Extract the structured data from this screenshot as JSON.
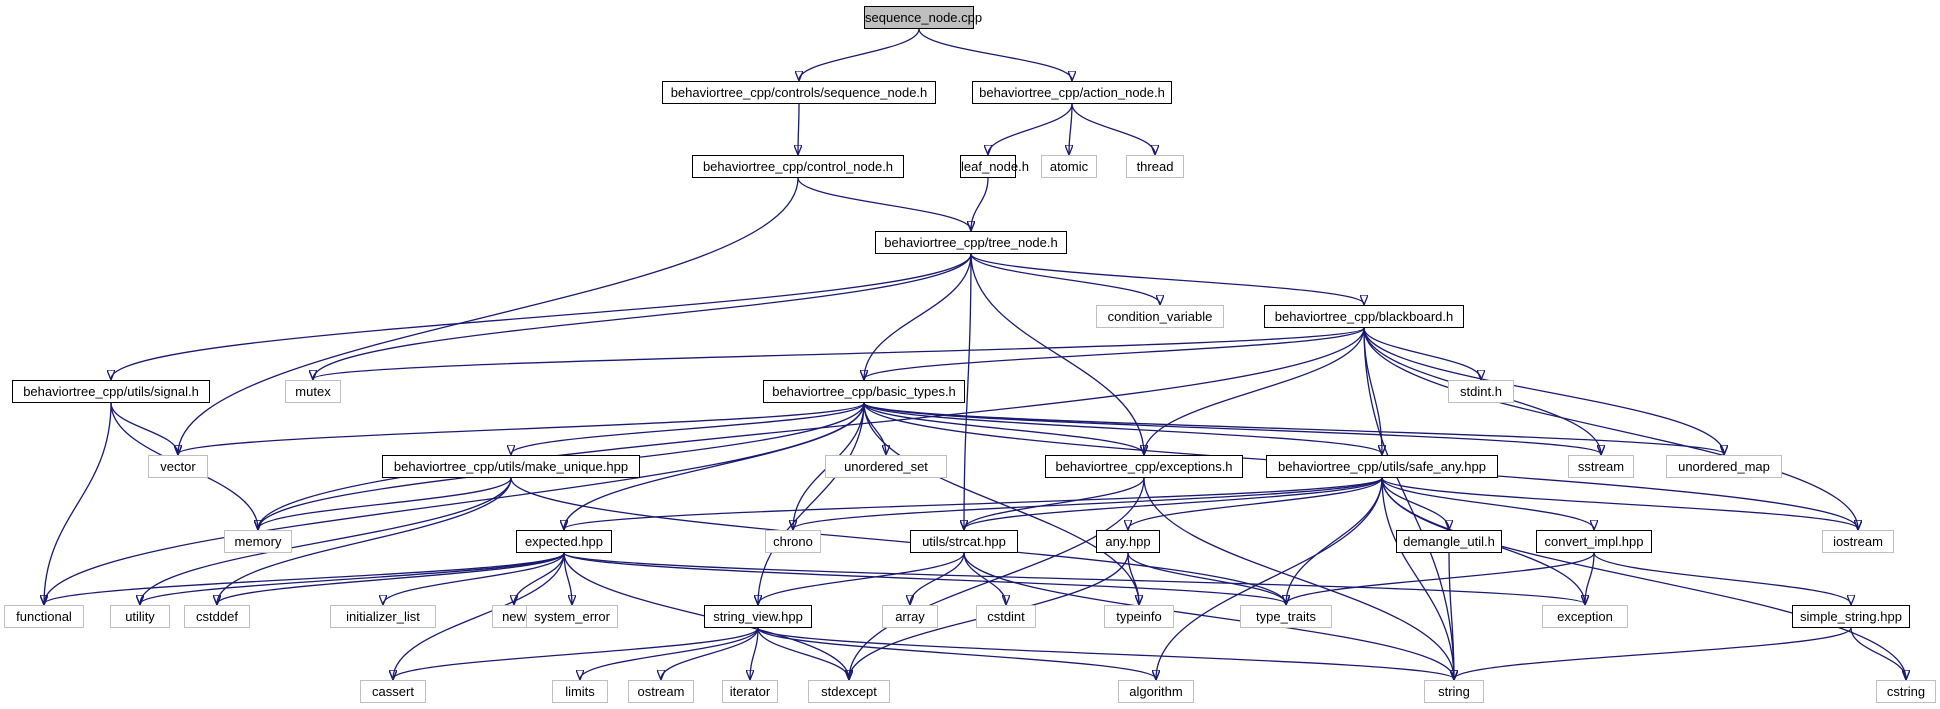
{
  "graph": {
    "edge_color": "#191970",
    "root_fill": "#bfbfbf",
    "system_border": "#bfbfbf",
    "nodes": [
      {
        "id": "root",
        "label": "sequence_node.cpp",
        "kind": "root"
      },
      {
        "id": "controls_seq",
        "label": "behaviortree_cpp/controls/sequence_node.h",
        "kind": "local"
      },
      {
        "id": "action_node",
        "label": "behaviortree_cpp/action_node.h",
        "kind": "local"
      },
      {
        "id": "control_node",
        "label": "behaviortree_cpp/control_node.h",
        "kind": "local"
      },
      {
        "id": "leaf_node",
        "label": "leaf_node.h",
        "kind": "local"
      },
      {
        "id": "atomic",
        "label": "atomic",
        "kind": "system"
      },
      {
        "id": "thread",
        "label": "thread",
        "kind": "system"
      },
      {
        "id": "tree_node",
        "label": "behaviortree_cpp/tree_node.h",
        "kind": "local"
      },
      {
        "id": "condition_variable",
        "label": "condition_variable",
        "kind": "system"
      },
      {
        "id": "blackboard",
        "label": "behaviortree_cpp/blackboard.h",
        "kind": "local"
      },
      {
        "id": "signal",
        "label": "behaviortree_cpp/utils/signal.h",
        "kind": "local"
      },
      {
        "id": "mutex",
        "label": "mutex",
        "kind": "system"
      },
      {
        "id": "basic_types",
        "label": "behaviortree_cpp/basic_types.h",
        "kind": "local"
      },
      {
        "id": "stdint_h",
        "label": "stdint.h",
        "kind": "system"
      },
      {
        "id": "vector",
        "label": "vector",
        "kind": "system"
      },
      {
        "id": "make_unique",
        "label": "behaviortree_cpp/utils/make_unique.hpp",
        "kind": "local"
      },
      {
        "id": "unordered_set",
        "label": "unordered_set",
        "kind": "system"
      },
      {
        "id": "exceptions",
        "label": "behaviortree_cpp/exceptions.h",
        "kind": "local"
      },
      {
        "id": "safe_any",
        "label": "behaviortree_cpp/utils/safe_any.hpp",
        "kind": "local"
      },
      {
        "id": "sstream",
        "label": "sstream",
        "kind": "system"
      },
      {
        "id": "unordered_map",
        "label": "unordered_map",
        "kind": "system"
      },
      {
        "id": "memory",
        "label": "memory",
        "kind": "system"
      },
      {
        "id": "expected",
        "label": "expected.hpp",
        "kind": "local"
      },
      {
        "id": "chrono",
        "label": "chrono",
        "kind": "system"
      },
      {
        "id": "strcat",
        "label": "utils/strcat.hpp",
        "kind": "local"
      },
      {
        "id": "any_hpp",
        "label": "any.hpp",
        "kind": "local"
      },
      {
        "id": "demangle",
        "label": "demangle_util.h",
        "kind": "local"
      },
      {
        "id": "convert_impl",
        "label": "convert_impl.hpp",
        "kind": "local"
      },
      {
        "id": "iostream",
        "label": "iostream",
        "kind": "system"
      },
      {
        "id": "functional",
        "label": "functional",
        "kind": "system"
      },
      {
        "id": "utility",
        "label": "utility",
        "kind": "system"
      },
      {
        "id": "cstddef",
        "label": "cstddef",
        "kind": "system"
      },
      {
        "id": "initializer_list",
        "label": "initializer_list",
        "kind": "system"
      },
      {
        "id": "new",
        "label": "new",
        "kind": "system"
      },
      {
        "id": "system_error",
        "label": "system_error",
        "kind": "system"
      },
      {
        "id": "array",
        "label": "array",
        "kind": "system"
      },
      {
        "id": "cstdint",
        "label": "cstdint",
        "kind": "system"
      },
      {
        "id": "typeinfo",
        "label": "typeinfo",
        "kind": "system"
      },
      {
        "id": "type_traits",
        "label": "type_traits",
        "kind": "system"
      },
      {
        "id": "exception",
        "label": "exception",
        "kind": "system"
      },
      {
        "id": "simple_string",
        "label": "simple_string.hpp",
        "kind": "local"
      },
      {
        "id": "string_view",
        "label": "string_view.hpp",
        "kind": "local"
      },
      {
        "id": "cassert",
        "label": "cassert",
        "kind": "system"
      },
      {
        "id": "limits",
        "label": "limits",
        "kind": "system"
      },
      {
        "id": "ostream",
        "label": "ostream",
        "kind": "system"
      },
      {
        "id": "iterator",
        "label": "iterator",
        "kind": "system"
      },
      {
        "id": "stdexcept",
        "label": "stdexcept",
        "kind": "system"
      },
      {
        "id": "algorithm",
        "label": "algorithm",
        "kind": "system"
      },
      {
        "id": "string",
        "label": "string",
        "kind": "system"
      },
      {
        "id": "cstring",
        "label": "cstring",
        "kind": "system"
      }
    ],
    "edges": [
      [
        "root",
        "controls_seq"
      ],
      [
        "root",
        "action_node"
      ],
      [
        "controls_seq",
        "control_node"
      ],
      [
        "action_node",
        "leaf_node"
      ],
      [
        "action_node",
        "atomic"
      ],
      [
        "action_node",
        "thread"
      ],
      [
        "control_node",
        "tree_node"
      ],
      [
        "control_node",
        "vector"
      ],
      [
        "leaf_node",
        "tree_node"
      ],
      [
        "tree_node",
        "signal"
      ],
      [
        "tree_node",
        "mutex"
      ],
      [
        "tree_node",
        "basic_types"
      ],
      [
        "tree_node",
        "strcat"
      ],
      [
        "tree_node",
        "exceptions"
      ],
      [
        "tree_node",
        "condition_variable"
      ],
      [
        "tree_node",
        "blackboard"
      ],
      [
        "blackboard",
        "mutex"
      ],
      [
        "blackboard",
        "basic_types"
      ],
      [
        "blackboard",
        "memory"
      ],
      [
        "blackboard",
        "exceptions"
      ],
      [
        "blackboard",
        "safe_any"
      ],
      [
        "blackboard",
        "stdint_h"
      ],
      [
        "blackboard",
        "sstream"
      ],
      [
        "blackboard",
        "unordered_map"
      ],
      [
        "blackboard",
        "iostream"
      ],
      [
        "blackboard",
        "string"
      ],
      [
        "signal",
        "vector"
      ],
      [
        "signal",
        "memory"
      ],
      [
        "signal",
        "functional"
      ],
      [
        "basic_types",
        "vector"
      ],
      [
        "basic_types",
        "memory"
      ],
      [
        "basic_types",
        "functional"
      ],
      [
        "basic_types",
        "make_unique"
      ],
      [
        "basic_types",
        "expected"
      ],
      [
        "basic_types",
        "string_view"
      ],
      [
        "basic_types",
        "chrono"
      ],
      [
        "basic_types",
        "unordered_set"
      ],
      [
        "basic_types",
        "typeinfo"
      ],
      [
        "basic_types",
        "exceptions"
      ],
      [
        "basic_types",
        "safe_any"
      ],
      [
        "basic_types",
        "sstream"
      ],
      [
        "basic_types",
        "unordered_map"
      ],
      [
        "basic_types",
        "iostream"
      ],
      [
        "make_unique",
        "memory"
      ],
      [
        "make_unique",
        "utility"
      ],
      [
        "make_unique",
        "cstddef"
      ],
      [
        "make_unique",
        "type_traits"
      ],
      [
        "exceptions",
        "strcat"
      ],
      [
        "exceptions",
        "stdexcept"
      ],
      [
        "exceptions",
        "string"
      ],
      [
        "safe_any",
        "expected"
      ],
      [
        "safe_any",
        "chrono"
      ],
      [
        "safe_any",
        "strcat"
      ],
      [
        "safe_any",
        "any_hpp"
      ],
      [
        "safe_any",
        "demangle"
      ],
      [
        "safe_any",
        "convert_impl"
      ],
      [
        "safe_any",
        "iostream"
      ],
      [
        "safe_any",
        "type_traits"
      ],
      [
        "safe_any",
        "algorithm"
      ],
      [
        "safe_any",
        "string"
      ],
      [
        "safe_any",
        "exception"
      ],
      [
        "safe_any",
        "cstring"
      ],
      [
        "expected",
        "functional"
      ],
      [
        "expected",
        "utility"
      ],
      [
        "expected",
        "cstddef"
      ],
      [
        "expected",
        "initializer_list"
      ],
      [
        "expected",
        "new"
      ],
      [
        "expected",
        "system_error"
      ],
      [
        "expected",
        "cassert"
      ],
      [
        "expected",
        "stdexcept"
      ],
      [
        "expected",
        "type_traits"
      ],
      [
        "expected",
        "exception"
      ],
      [
        "strcat",
        "string_view"
      ],
      [
        "strcat",
        "array"
      ],
      [
        "strcat",
        "cstdint"
      ],
      [
        "strcat",
        "string"
      ],
      [
        "any_hpp",
        "typeinfo"
      ],
      [
        "any_hpp",
        "type_traits"
      ],
      [
        "any_hpp",
        "stdexcept"
      ],
      [
        "demangle",
        "string"
      ],
      [
        "convert_impl",
        "type_traits"
      ],
      [
        "convert_impl",
        "exception"
      ],
      [
        "convert_impl",
        "simple_string"
      ],
      [
        "simple_string",
        "string"
      ],
      [
        "simple_string",
        "cstring"
      ],
      [
        "string_view",
        "cassert"
      ],
      [
        "string_view",
        "limits"
      ],
      [
        "string_view",
        "ostream"
      ],
      [
        "string_view",
        "iterator"
      ],
      [
        "string_view",
        "stdexcept"
      ],
      [
        "string_view",
        "algorithm"
      ],
      [
        "string_view",
        "string"
      ]
    ]
  }
}
